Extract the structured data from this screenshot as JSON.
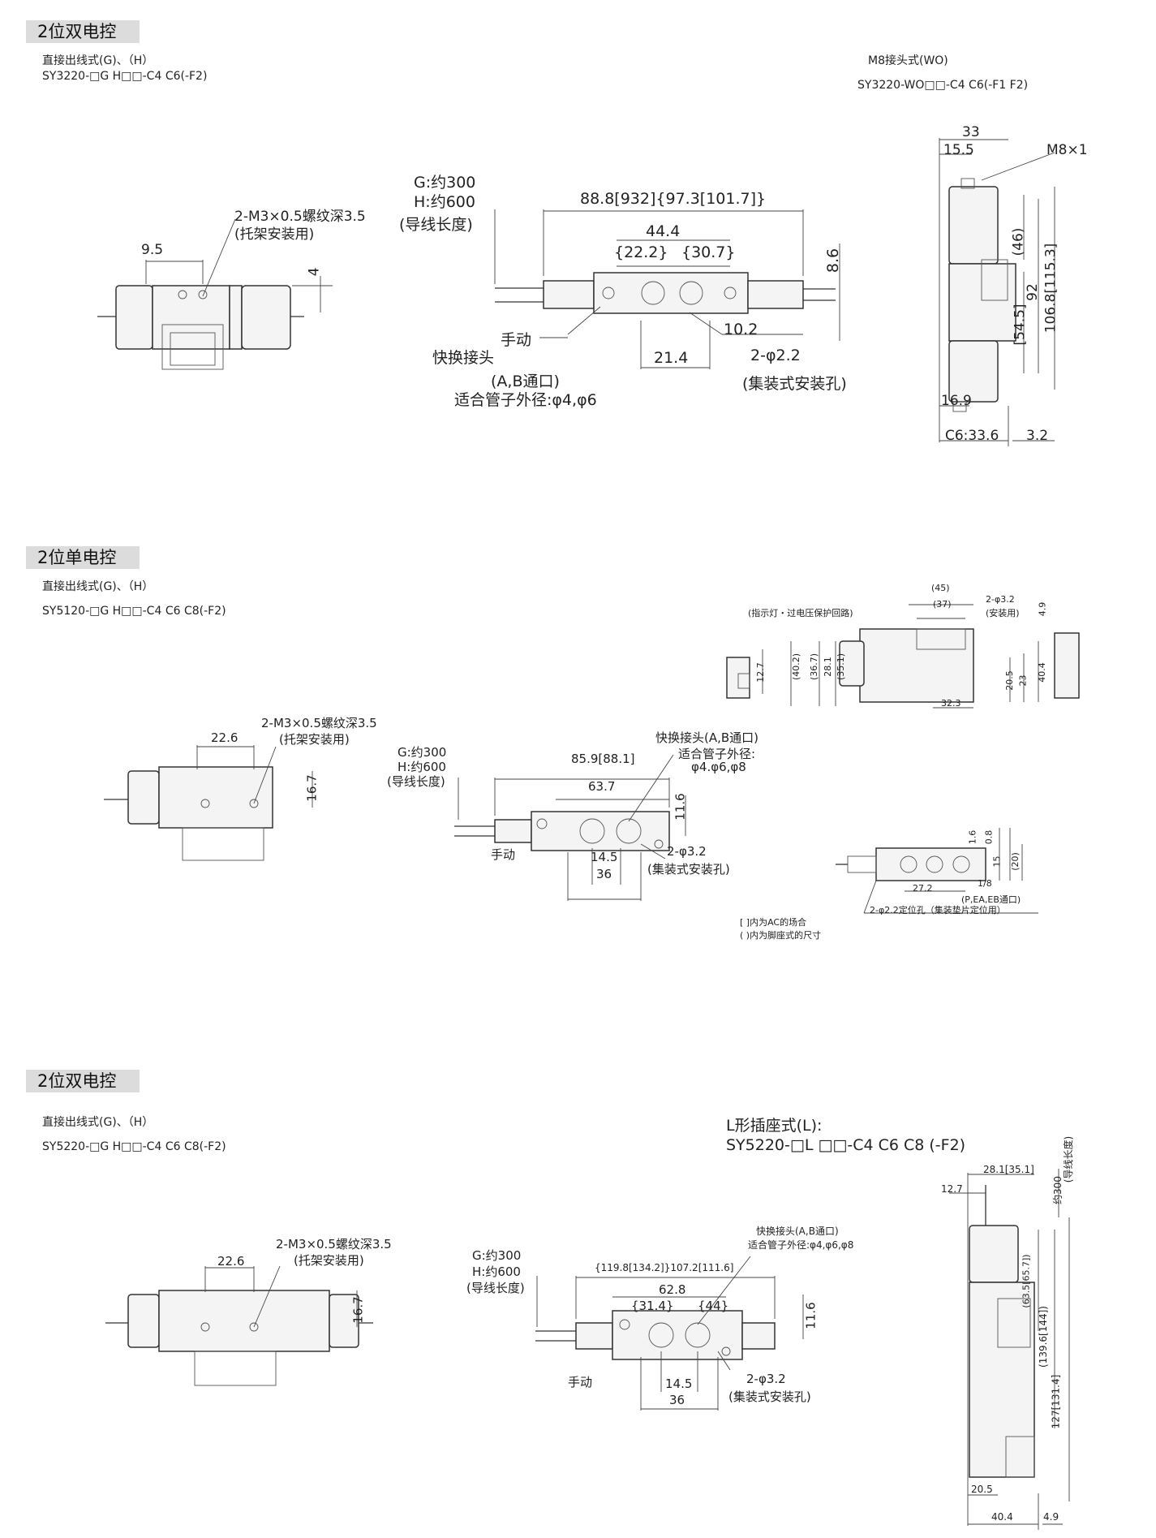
{
  "sections": [
    {
      "tag": "2位双电控",
      "subtitle": "直接出线式(G)、（H）",
      "model": "SY3220-□G H□□-C4 C6(-F2)",
      "alt_title": "M8接头式(WO)",
      "alt_model": "SY3220-WO□□-C4 C6(-F1 F2)",
      "labels": {
        "bracket_screw": "2-M3×0.5螺纹深3.5",
        "bracket_use": "(托架安装用)",
        "d9_5": "9.5",
        "d4": "4",
        "g300": "G:约300",
        "h600": "H:约600",
        "lead_len": "(导线长度)",
        "len_main": "88.8[932]{97.3[101.7]}",
        "d44_4": "44.4",
        "d22_2": "{22.2}",
        "d30_7": "{30.7}",
        "d8_6": "8.6",
        "manual": "手动",
        "quick": "快换接头",
        "ab_port": "(A,B通口)",
        "tube_od": "适合管子外径:φ4,φ6",
        "d10_2": "10.2",
        "d21_4": "21.4",
        "holes": "2-φ2.2",
        "manifold": "(集装式安装孔)",
        "d33": "33",
        "d15_5": "15.5",
        "m8": "M8×1",
        "d46": "(46)",
        "d92": "92",
        "d54_5": "[54.5]",
        "d106": "106.8[115.3]",
        "d16_9": "16.9",
        "c6": "C6:33.6",
        "d3_2": "3.2"
      }
    },
    {
      "tag": "2位单电控",
      "subtitle": "直接出线式(G)、（H）",
      "model": "SY5120-□G H□□-C4 C6 C8(-F2)",
      "labels": {
        "d45": "(45)",
        "d37": "(37)",
        "holes32": "2-φ3.2",
        "install": "(安装用)",
        "d4_9": "4.9",
        "indicator": "(指示灯・过电压保护回路)",
        "d12_7": "12.7",
        "d40_2": "(40.2)",
        "d36_7": "(36.7)",
        "d28_1": "28.1",
        "d35_1": "(35.1)",
        "d20_5": "20.5",
        "d23": "23",
        "d40_4": "40.4",
        "d32_3": "32.3",
        "bracket_screw": "2-M3×0.5螺纹深3.5",
        "bracket_use": "(托架安装用)",
        "d22_6": "22.6",
        "d16_7": "16.7",
        "g300": "G:约300",
        "h600": "H:约600",
        "lead_len": "(导线长度)",
        "len_main": "85.9[88.1]",
        "d63_7": "63.7",
        "quick": "快换接头(A,B通口)",
        "tube_od": "适合管子外径:",
        "tube_sizes": "φ4.φ6,φ8",
        "d11_6": "11.6",
        "manual": "手动",
        "d14_5": "14.5",
        "d36": "36",
        "holes": "2-φ3.2",
        "manifold": "(集装式安装孔)",
        "d1_6": "1.6",
        "d0_8": "0.8",
        "d15": "15",
        "d20": "(20)",
        "d1_8": "1/8",
        "d27_2": "27.2",
        "p_port": "(P,EA,EB通口)",
        "pos_holes": "2-φ2.2定位孔（集装垫片定位用）",
        "note1": "[ ]内为AC的场合",
        "note2": "( )内为脚座式的尺寸"
      }
    },
    {
      "tag": "2位双电控",
      "subtitle": "直接出线式(G)、（H）",
      "model": "SY5220-□G H□□-C4 C6 C8(-F2)",
      "alt_title": "L形插座式(L):",
      "alt_model": "SY5220-□L □□-C4 C6 C8 (-F2)",
      "labels": {
        "bracket_screw": "2-M3×0.5螺纹深3.5",
        "bracket_use": "(托架安装用)",
        "d22_6": "22.6",
        "d16_7": "16.7",
        "g300": "G:约300",
        "h600": "H:约600",
        "lead_len": "(导线长度)",
        "quick": "快换接头(A,B通口)",
        "tube_od": "适合管子外径:φ4,φ6,φ8",
        "len_main": "{119.8[134.2]}107.2[111.6]",
        "d62_8": "62.8",
        "d31_4": "{31.4}",
        "d44": "{44}",
        "d11_6": "11.6",
        "manual": "手动",
        "d14_5": "14.5",
        "d36": "36",
        "holes": "2-φ3.2",
        "manifold": "(集装式安装孔)",
        "d28_1": "28.1[35.1]",
        "d12_7": "12.7",
        "about300": "约300",
        "lead_len_v": "(导线长度)",
        "d63_5": "(63.5[65.7])",
        "d139_6": "(139.6[144])",
        "d127": "127[131.4]",
        "d20_5": "20.5",
        "d40_4": "40.4",
        "d4_9": "4.9"
      }
    }
  ]
}
